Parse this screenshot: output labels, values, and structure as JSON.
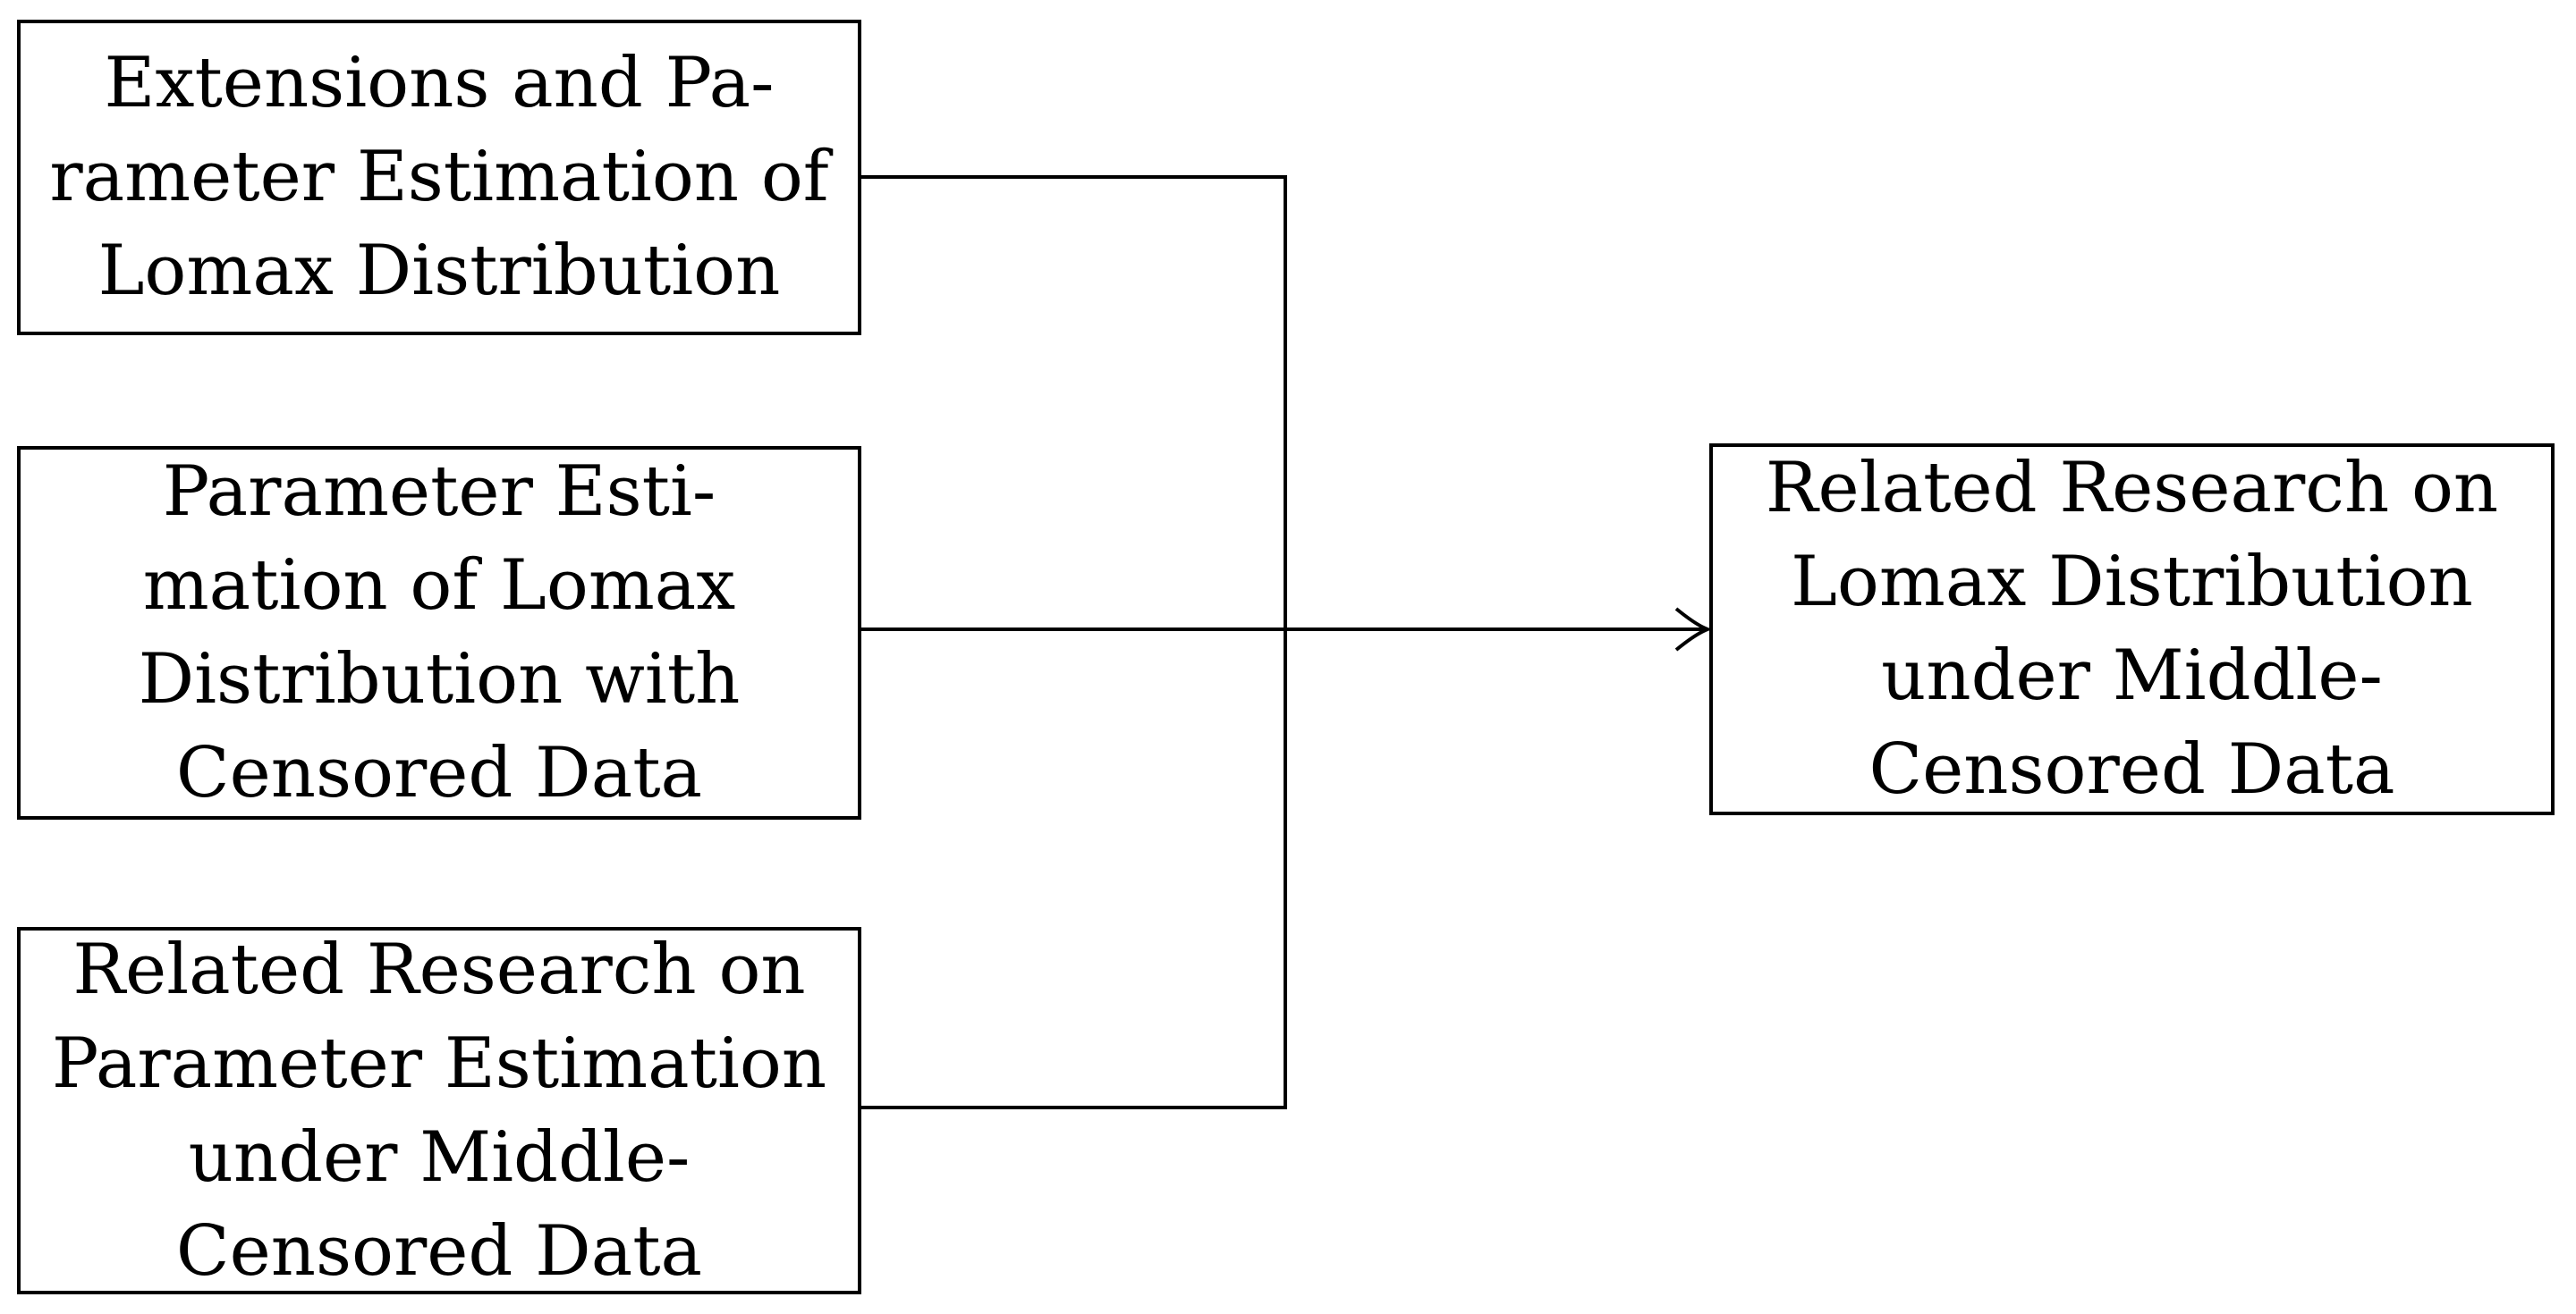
{
  "diagram": {
    "type": "flowchart",
    "background_color": "#ffffff",
    "stroke_color": "#000000",
    "boxes": [
      {
        "id": "extensions-and-parameter-estimation-of-lomax-distribution",
        "lines": [
          "Extensions and Pa-",
          "rameter Estimation of",
          "Lomax Distribution"
        ],
        "full_text": "Extensions and Parameter Estimation of Lomax Distribution"
      },
      {
        "id": "parameter-estimation-of-lomax-distribution-with-censored-data",
        "lines": [
          "Parameter Esti-",
          "mation of Lomax",
          "Distribution with",
          "Censored Data"
        ],
        "full_text": "Parameter Estimation of Lomax Distribution with Censored Data"
      },
      {
        "id": "related-research-on-parameter-estimation-under-middle-censored-data",
        "lines": [
          "Related Research on",
          "Parameter Estimation",
          "under Middle-",
          "Censored Data"
        ],
        "full_text": "Related Research on Parameter Estimation under Middle-Censored Data"
      },
      {
        "id": "related-research-on-lomax-distribution-under-middle-censored-data",
        "lines": [
          "Related Research on",
          "Lomax Distribution",
          "under Middle-",
          "Censored Data"
        ],
        "full_text": "Related Research on Lomax Distribution under Middle-Censored Data"
      }
    ],
    "edges": [
      {
        "from": "extensions-and-parameter-estimation-of-lomax-distribution",
        "to": "merge-junction",
        "arrow": false
      },
      {
        "from": "parameter-estimation-of-lomax-distribution-with-censored-data",
        "to": "related-research-on-lomax-distribution-under-middle-censored-data",
        "arrow": true
      },
      {
        "from": "related-research-on-parameter-estimation-under-middle-censored-data",
        "to": "merge-junction",
        "arrow": false
      }
    ]
  }
}
